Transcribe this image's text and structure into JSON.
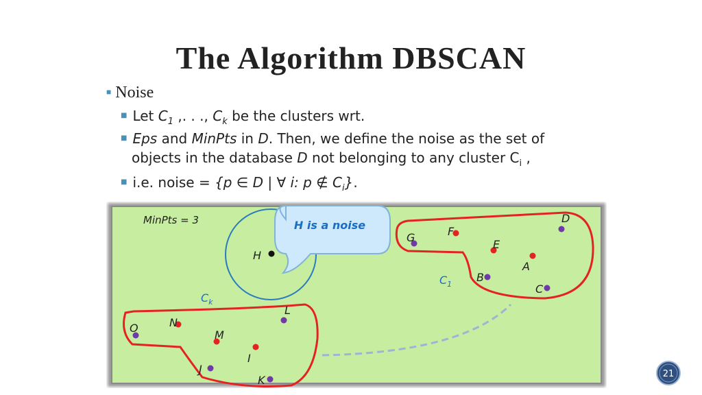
{
  "slide": {
    "title": "The Algorithm DBSCAN",
    "page_number": "21"
  },
  "bullets": {
    "level1": "Noise",
    "line1": {
      "pre": "Let ",
      "c1": "C",
      "c1_sub": "1",
      "mid": " ,. . ., ",
      "ck": "C",
      "ck_sub": "k",
      "post": " be the clusters wrt."
    },
    "line2": {
      "eps": "Eps",
      "and": " and ",
      "minpts": "MinPts",
      "in": " in ",
      "d": "D",
      "rest": ". Then, we define the noise as the set of"
    },
    "line3": {
      "pre": "objects in the database ",
      "d": "D",
      "post": " not belonging to any cluster C",
      "sub": "i",
      "end": " ,"
    },
    "line4": {
      "pre": "i.e. noise = ",
      "formula": "{p ∈ D | ∀ i: p ∉ C",
      "sub": "i",
      "close": "}",
      "end": "."
    }
  },
  "diagram": {
    "minpts_label": "MinPts = 3",
    "callout": "H is a noise",
    "cluster_labels": {
      "ck": "C",
      "ck_sub": "k",
      "c1": "C",
      "c1_sub": "1"
    },
    "points": {
      "H": "H",
      "G": "G",
      "F": "F",
      "E": "E",
      "D": "D",
      "A": "A",
      "B": "B",
      "C": "C",
      "L": "L",
      "N": "N",
      "O": "O",
      "M": "M",
      "I": "I",
      "J": "J",
      "K": "K"
    },
    "colors": {
      "background": "#c6eda0",
      "cluster_outline": "#e52222",
      "core_point": "#e52222",
      "border_point": "#6e3aa8",
      "noise_point": "#111111",
      "eps_circle": "#2a7bbf",
      "label_blue": "#1a6fc4",
      "callout_fill": "#cde9fb"
    }
  }
}
